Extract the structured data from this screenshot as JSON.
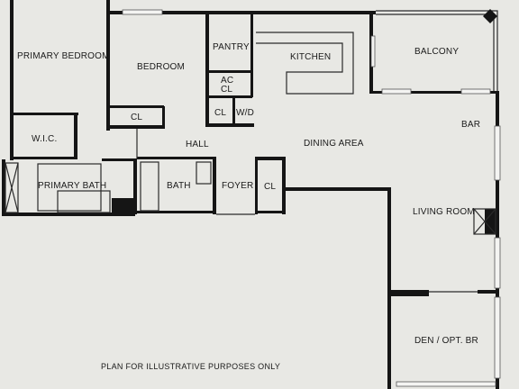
{
  "rooms": {
    "primary_bedroom": "PRIMARY BEDROOM",
    "bedroom": "BEDROOM",
    "pantry": "PANTRY",
    "kitchen": "KITCHEN",
    "balcony": "BALCONY",
    "ac_cl_line1": "AC",
    "ac_cl_line2": "CL",
    "cl_bedroom": "CL",
    "cl_hall": "CL",
    "wd": "W/D",
    "bar": "BAR",
    "wic": "W.I.C.",
    "hall": "HALL",
    "dining_area": "DINING AREA",
    "primary_bath": "PRIMARY BATH",
    "bath": "BATH",
    "foyer": "FOYER",
    "cl_foyer": "CL",
    "living_room": "LIVING ROOM",
    "den": "DEN / OPT. BR"
  },
  "note": "PLAN FOR ILLUSTRATIVE PURPOSES ONLY",
  "colors": {
    "background": "#e8e8e4",
    "walls": "#151515"
  }
}
